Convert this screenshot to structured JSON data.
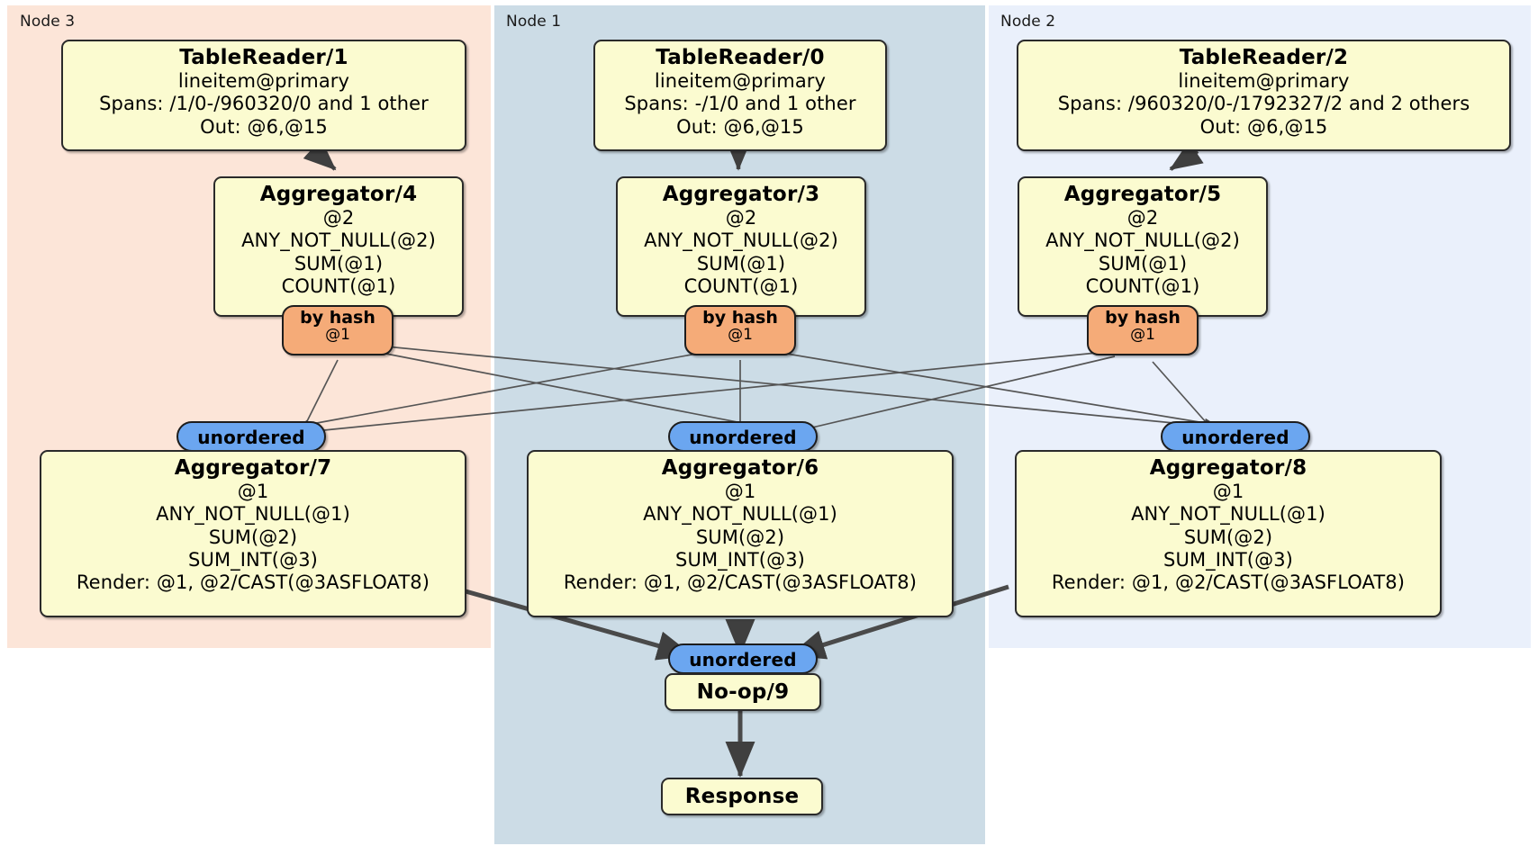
{
  "diagram": {
    "type": "distributed-query-plan",
    "colors": {
      "node3_bg": "#fce5d8",
      "node1_bg": "#ccdce6",
      "node2_bg": "#eaf0fb",
      "box_bg": "#fbfbd0",
      "hash_badge_bg": "#f5ab78",
      "unordered_badge_bg": "#6ba6f0",
      "stroke": "#2a2a2a"
    }
  },
  "nodes": [
    {
      "id": "node3",
      "label": "Node 3"
    },
    {
      "id": "node1",
      "label": "Node 1"
    },
    {
      "id": "node2",
      "label": "Node 2"
    }
  ],
  "processors": {
    "tablereader_1": {
      "title": "TableReader/1",
      "lines": [
        "lineitem@primary",
        "Spans: /1/0-/960320/0 and 1 other",
        "Out: @6,@15"
      ]
    },
    "tablereader_0": {
      "title": "TableReader/0",
      "lines": [
        "lineitem@primary",
        "Spans: -/1/0 and 1 other",
        "Out: @6,@15"
      ]
    },
    "tablereader_2": {
      "title": "TableReader/2",
      "lines": [
        "lineitem@primary",
        "Spans: /960320/0-/1792327/2 and 2 others",
        "Out: @6,@15"
      ]
    },
    "aggregator_4": {
      "title": "Aggregator/4",
      "lines": [
        "@2",
        "ANY_NOT_NULL(@2)",
        "SUM(@1)",
        "COUNT(@1)"
      ]
    },
    "aggregator_3": {
      "title": "Aggregator/3",
      "lines": [
        "@2",
        "ANY_NOT_NULL(@2)",
        "SUM(@1)",
        "COUNT(@1)"
      ]
    },
    "aggregator_5": {
      "title": "Aggregator/5",
      "lines": [
        "@2",
        "ANY_NOT_NULL(@2)",
        "SUM(@1)",
        "COUNT(@1)"
      ]
    },
    "aggregator_7": {
      "title": "Aggregator/7",
      "lines": [
        "@1",
        "ANY_NOT_NULL(@1)",
        "SUM(@2)",
        "SUM_INT(@3)",
        "Render: @1, @2/CAST(@3ASFLOAT8)"
      ]
    },
    "aggregator_6": {
      "title": "Aggregator/6",
      "lines": [
        "@1",
        "ANY_NOT_NULL(@1)",
        "SUM(@2)",
        "SUM_INT(@3)",
        "Render: @1, @2/CAST(@3ASFLOAT8)"
      ]
    },
    "aggregator_8": {
      "title": "Aggregator/8",
      "lines": [
        "@1",
        "ANY_NOT_NULL(@1)",
        "SUM(@2)",
        "SUM_INT(@3)",
        "Render: @1, @2/CAST(@3ASFLOAT8)"
      ]
    },
    "noop_9": {
      "title": "No-op/9",
      "lines": []
    },
    "response": {
      "title": "Response",
      "lines": []
    }
  },
  "badges": {
    "hash_left": {
      "label": "by hash",
      "sub": "@1"
    },
    "hash_center": {
      "label": "by hash",
      "sub": "@1"
    },
    "hash_right": {
      "label": "by hash",
      "sub": "@1"
    },
    "unordered_left": {
      "label": "unordered"
    },
    "unordered_center": {
      "label": "unordered"
    },
    "unordered_right": {
      "label": "unordered"
    },
    "unordered_final": {
      "label": "unordered"
    }
  }
}
